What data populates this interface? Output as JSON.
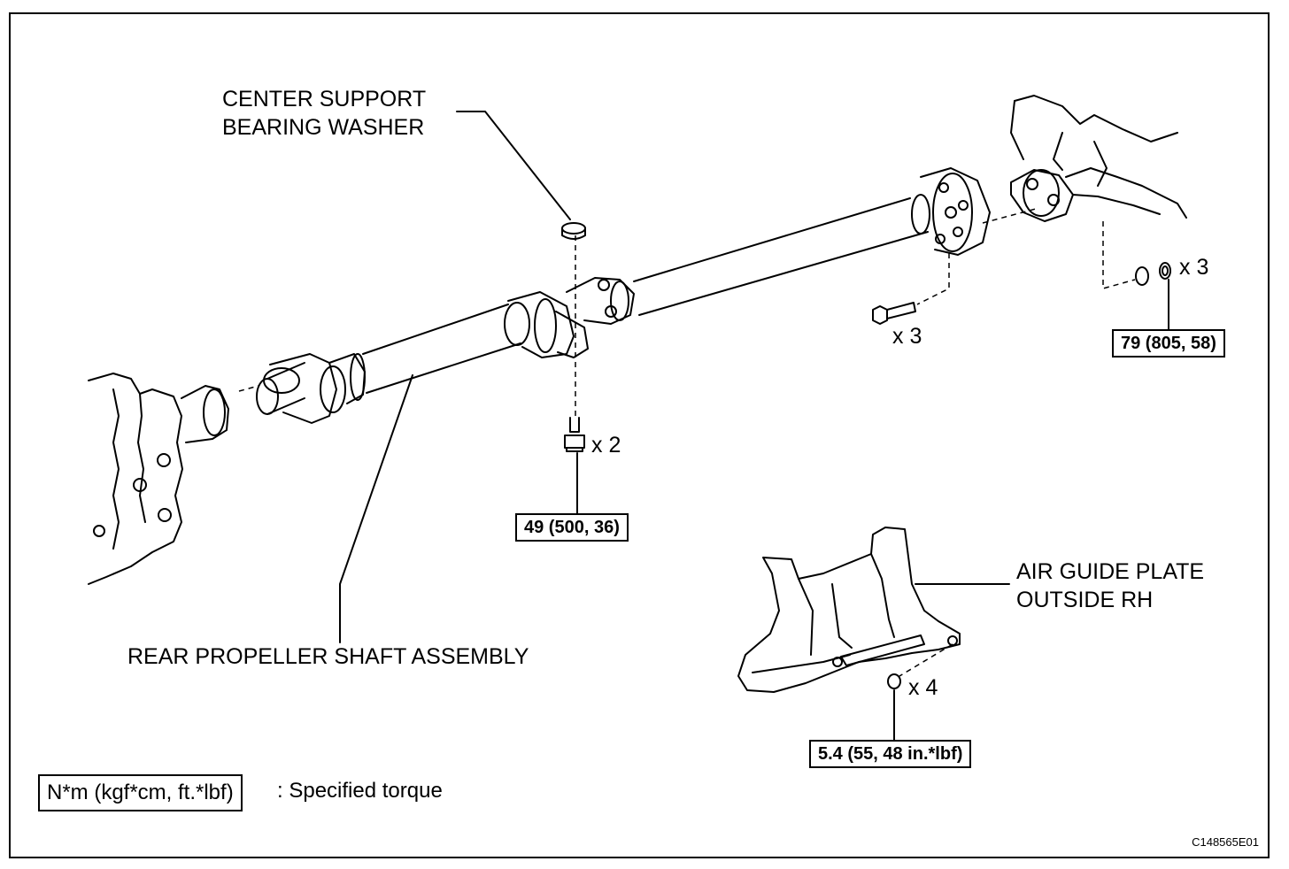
{
  "labels": {
    "center_support_line1": "CENTER SUPPORT",
    "center_support_line2": "BEARING WASHER",
    "rear_shaft": "REAR PROPELLER SHAFT ASSEMBLY",
    "air_guide_line1": "AIR GUIDE PLATE",
    "air_guide_line2": "OUTSIDE RH"
  },
  "quantities": {
    "flange_bolts": "x 3",
    "diff_nuts": "x 3",
    "support_bolts": "x 2",
    "plate_nuts": "x 4"
  },
  "torques": {
    "diff_flange": "79 (805, 58)",
    "center_support": "49 (500, 36)",
    "air_guide": "5.4 (55, 48 in.*lbf)"
  },
  "legend": {
    "unit_box": "N*m (kgf*cm, ft.*lbf)",
    "meaning": ": Specified torque"
  },
  "figure_code": "C148565E01"
}
